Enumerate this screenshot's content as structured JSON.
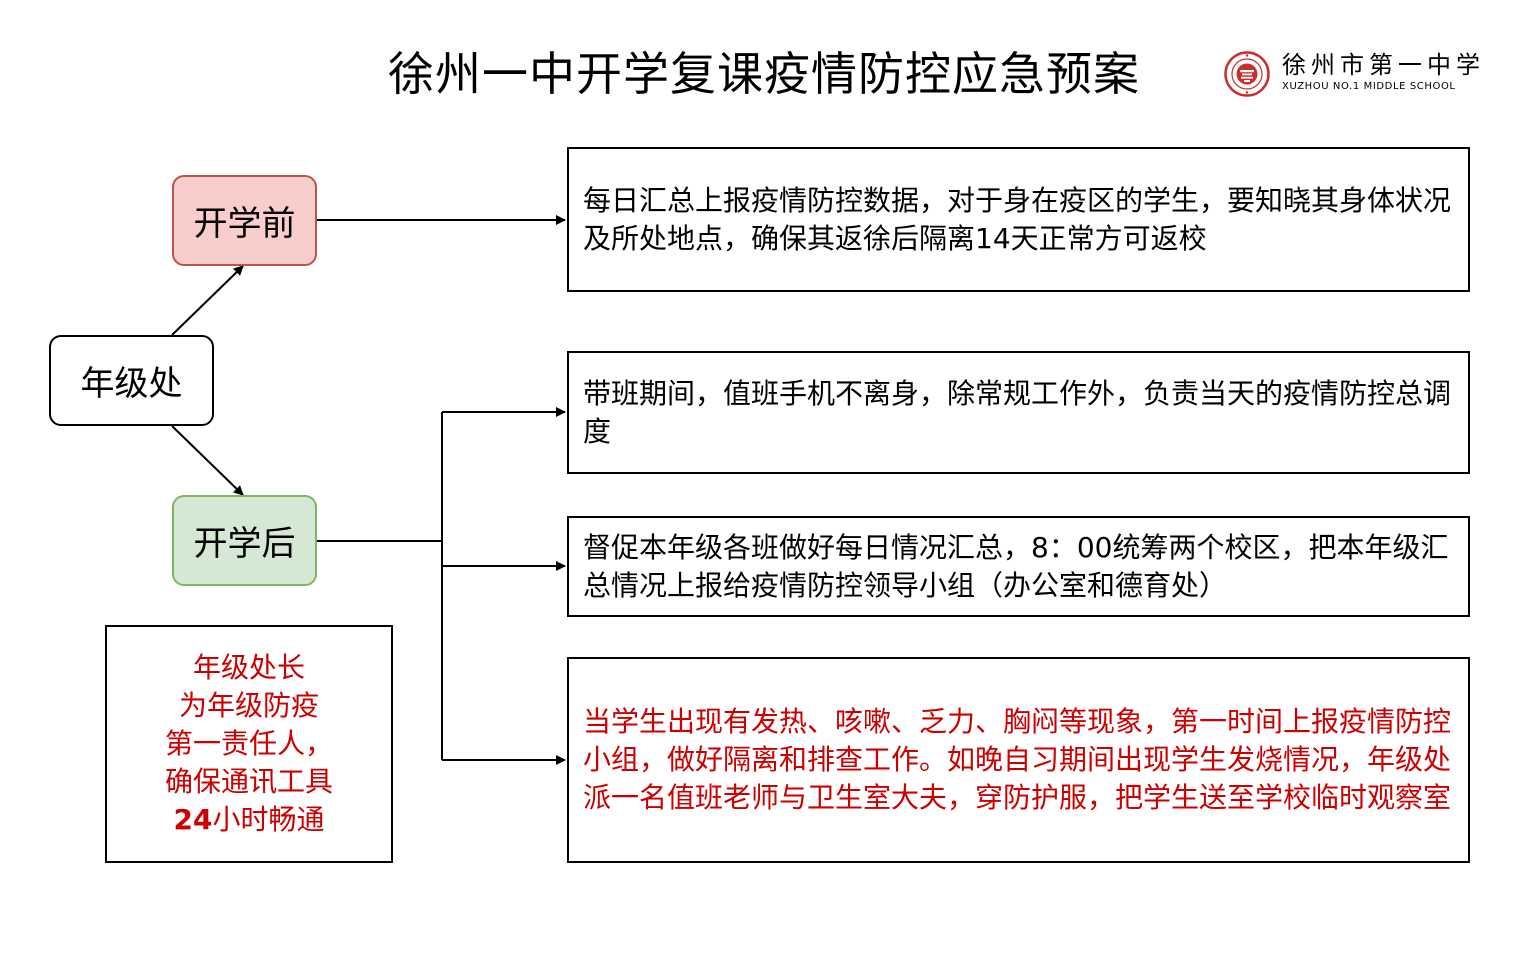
{
  "title": "徐州一中开学复课疫情防控应急预案",
  "logo": {
    "name_cn": "徐州市第一中学",
    "name_en": "XUZHOU NO.1 MIDDLE SCHOOL",
    "seal_color": "#c8302c"
  },
  "nodes": {
    "grade_office": "年级处",
    "before_school": "开学前",
    "after_school": "开学后"
  },
  "boxes": {
    "before_task": "每日汇总上报疫情防控数据，对于身在疫区的学生，要知晓其身体状况及所处地点，确保其返徐后隔离14天正常方可返校",
    "duty_task": "带班期间，值班手机不离身，除常规工作外，负责当天的疫情防控总调度",
    "summary_task": "督促本年级各班做好每日情况汇总，8：00统筹两个校区，把本年级汇总情况上报给疫情防控领导小组（办公室和德育处）",
    "emergency_task": "当学生出现有发热、咳嗽、乏力、胸闷等现象，第一时间上报疫情防控小组，做好隔离和排查工作。如晚自习期间出现学生发烧情况，年级处派一名值班老师与卫生室大夫，穿防护服，把学生送至学校临时观察室"
  },
  "leader_note": {
    "line1": "年级处长",
    "line2": "为年级防疫",
    "line3": "第一责任人，",
    "line4": "确保通讯工具",
    "hours_num": "24",
    "hours_rest": "小时畅通"
  },
  "colors": {
    "before_fill": "#f8cecc",
    "before_border": "#b85450",
    "after_fill": "#d5e8d4",
    "after_border": "#82b366",
    "alert_text": "#cc0000"
  }
}
